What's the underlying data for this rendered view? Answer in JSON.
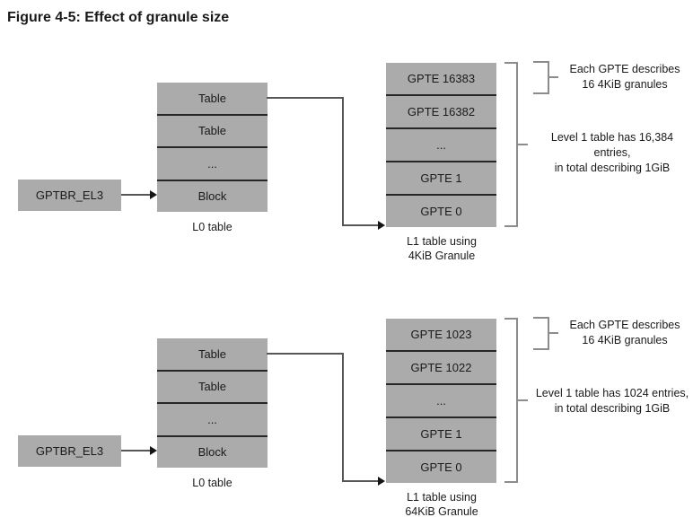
{
  "figure": {
    "title": "Figure 4-5: Effect of granule size"
  },
  "colors": {
    "box_fill": "#ababab",
    "row_separator": "#262626",
    "connector_line": "#565656",
    "arrowhead": "#141414",
    "bracket": "#8c8c8c",
    "text": "#1a1a1a",
    "background": "#ffffff"
  },
  "diagrams": [
    {
      "id": "4kib-granule",
      "root_label": "GPTBR_EL3",
      "l0_table": {
        "rows": [
          "Table",
          "Table",
          "...",
          "Block"
        ],
        "caption": "L0 table"
      },
      "l1_table": {
        "rows": [
          "GPTE 16383",
          "GPTE 16382",
          "...",
          "GPTE 1",
          "GPTE 0"
        ],
        "caption_line1": "L1 table using",
        "caption_line2": "4KiB Granule"
      },
      "annotations": {
        "gpte_line1": "Each GPTE describes",
        "gpte_line2": "16 4KiB granules",
        "entries_line1": "Level 1 table has 16,384 entries,",
        "entries_line2": "in total describing 1GiB"
      }
    },
    {
      "id": "64kib-granule",
      "root_label": "GPTBR_EL3",
      "l0_table": {
        "rows": [
          "Table",
          "Table",
          "...",
          "Block"
        ],
        "caption": "L0 table"
      },
      "l1_table": {
        "rows": [
          "GPTE 1023",
          "GPTE 1022",
          "...",
          "GPTE 1",
          "GPTE 0"
        ],
        "caption_line1": "L1 table using",
        "caption_line2": "64KiB Granule"
      },
      "annotations": {
        "gpte_line1": "Each GPTE describes",
        "gpte_line2": "16 4KiB granules",
        "entries_line1": "Level 1 table has 1024 entries,",
        "entries_line2": "in total describing 1GiB"
      }
    }
  ]
}
